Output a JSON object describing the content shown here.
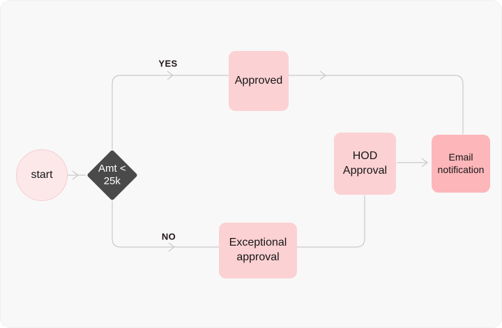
{
  "diagram": {
    "type": "flowchart",
    "nodes": {
      "start": "start",
      "decision": "Amt < 25k",
      "approved": "Approved",
      "hod_approval": "HOD Approval",
      "email_notification": "Email notification",
      "exceptional_approval": "Exceptional approval"
    },
    "edge_labels": {
      "yes": "YES",
      "no": "NO"
    },
    "colors": {
      "canvas_bg": "#f8f8f8",
      "page_bg": "#ffffff",
      "connector": "#c9c9c9",
      "node_pink": "#fcd1d3",
      "node_pink_dark": "#fdb6ba",
      "start_fill": "#fce8e9",
      "start_border": "#f6cdd0",
      "decision_fill": "#4a4a4a",
      "decision_text": "#ffffff",
      "text": "#161616"
    }
  }
}
